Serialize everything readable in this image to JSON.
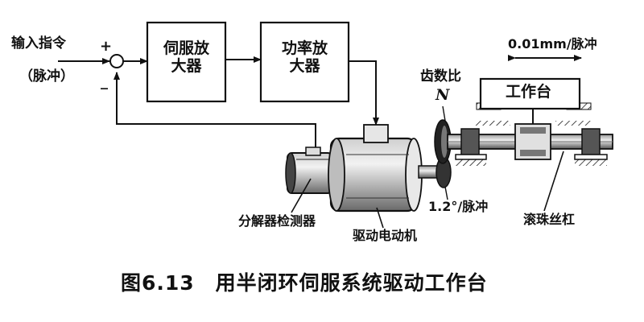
{
  "diagram": {
    "input_label": "输入指令",
    "input_unit": "（脉冲）",
    "plus_sign": "+",
    "minus_sign": "_",
    "servo_amp": {
      "line1": "伺服放",
      "line2": "大器"
    },
    "power_amp": {
      "line1": "功率放",
      "line2": "大器"
    },
    "resolution": "0.01mm/脉冲",
    "gear_ratio": {
      "label": "齿数比",
      "symbol": "N"
    },
    "worktable": "工作台",
    "step_angle": "1.2°/脉冲",
    "resolver": "分解器检测器",
    "motor": "驱动电动机",
    "ball_screw": "滚珠丝杠"
  },
  "caption": "图6.13　用半闭环伺服系统驱动工作台"
}
